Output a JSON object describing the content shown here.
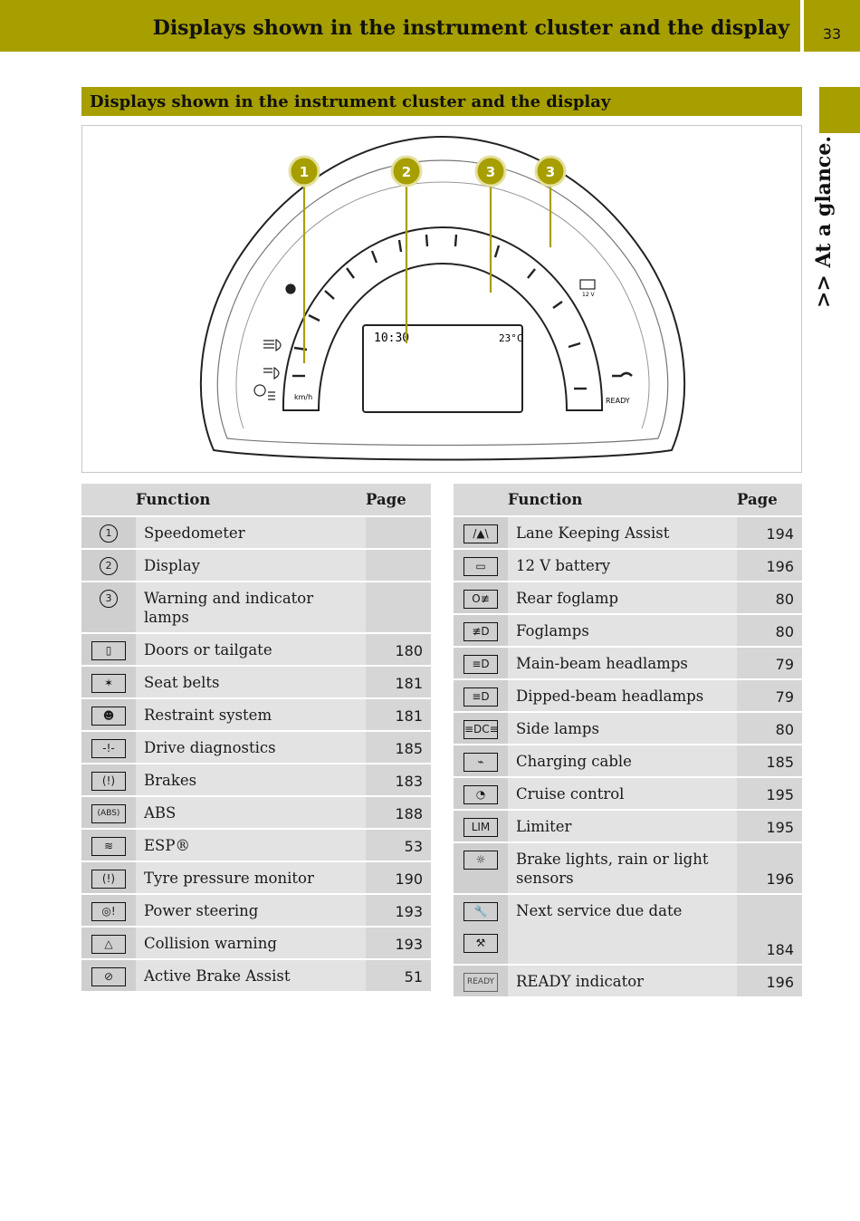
{
  "header": {
    "title": "Displays shown in the instrument cluster and the display",
    "page_number": "33"
  },
  "side_tab": {
    "label": ">> At a glance."
  },
  "section": {
    "title": "Displays shown in the instrument cluster and the display"
  },
  "figure": {
    "callouts": [
      "1",
      "2",
      "3",
      "3"
    ],
    "time": "10:30",
    "temperature": "23°C",
    "speed_unit": "km/h",
    "ready_label": "READY",
    "battery_label": "12 V"
  },
  "left_table": {
    "headers": {
      "function": "Function",
      "page": "Page"
    },
    "rows": [
      {
        "icon": "circle-1-icon",
        "icon_text": "1",
        "function": "Speedometer",
        "page": ""
      },
      {
        "icon": "circle-2-icon",
        "icon_text": "2",
        "function": "Display",
        "page": ""
      },
      {
        "icon": "circle-3-icon",
        "icon_text": "3",
        "function": "Warning and indicator lamps",
        "page": ""
      },
      {
        "icon": "door-open-icon",
        "icon_text": "▯",
        "function": "Doors or tailgate",
        "page": "180"
      },
      {
        "icon": "seat-belt-icon",
        "icon_text": "✶",
        "function": "Seat belts",
        "page": "181"
      },
      {
        "icon": "airbag-icon",
        "icon_text": "☻",
        "function": "Restraint system",
        "page": "181"
      },
      {
        "icon": "drive-diagnostics-icon",
        "icon_text": "-!-",
        "function": "Drive diagnostics",
        "page": "185"
      },
      {
        "icon": "brake-warning-icon",
        "icon_text": "(!)",
        "function": "Brakes",
        "page": "183"
      },
      {
        "icon": "abs-icon",
        "icon_text": "(ABS)",
        "function": "ABS",
        "page": "188"
      },
      {
        "icon": "esp-icon",
        "icon_text": "≋",
        "function": "ESP®",
        "page": "53"
      },
      {
        "icon": "tyre-pressure-icon",
        "icon_text": "(!)",
        "function": "Tyre pressure monitor",
        "page": "190"
      },
      {
        "icon": "power-steering-icon",
        "icon_text": "◎!",
        "function": "Power steering",
        "page": "193"
      },
      {
        "icon": "collision-warning-icon",
        "icon_text": "△",
        "function": "Collision warning",
        "page": "193"
      },
      {
        "icon": "active-brake-off-icon",
        "icon_text": "⊘",
        "function": "Active Brake Assist",
        "page": "51"
      }
    ]
  },
  "right_table": {
    "headers": {
      "function": "Function",
      "page": "Page"
    },
    "rows": [
      {
        "icon": "lane-keeping-icon",
        "icon_text": "/▲\\",
        "function": "Lane Keeping Assist",
        "page": "194"
      },
      {
        "icon": "battery-icon",
        "icon_text": "▭",
        "function": "12 V battery",
        "page": "196"
      },
      {
        "icon": "rear-foglamp-icon",
        "icon_text": "O≢",
        "function": "Rear foglamp",
        "page": "80"
      },
      {
        "icon": "foglamp-icon",
        "icon_text": "≢D",
        "function": "Foglamps",
        "page": "80"
      },
      {
        "icon": "main-beam-icon",
        "icon_text": "≡D",
        "function": "Main-beam headlamps",
        "page": "79"
      },
      {
        "icon": "dipped-beam-icon",
        "icon_text": "≡D",
        "function": "Dipped-beam headlamps",
        "page": "79"
      },
      {
        "icon": "side-lamps-icon",
        "icon_text": "≡DC≡",
        "function": "Side lamps",
        "page": "80"
      },
      {
        "icon": "charging-cable-icon",
        "icon_text": "⌁",
        "function": "Charging cable",
        "page": "185"
      },
      {
        "icon": "cruise-control-icon",
        "icon_text": "◔",
        "function": "Cruise control",
        "page": "195"
      },
      {
        "icon": "limiter-icon",
        "icon_text": "LIM",
        "function": "Limiter",
        "page": "195"
      },
      {
        "icon": "brake-light-sensor-icon",
        "icon_text": "☼",
        "function": "Brake lights, rain or light sensors",
        "page": "196"
      },
      {
        "icon": "wrench-icon",
        "icon_text": "🔧",
        "function": "Next service due date",
        "page": "",
        "icon2": "wrench-alert-icon",
        "icon2_text": "⚒",
        "page2": "184"
      },
      {
        "icon": "ready-icon",
        "icon_text": "READY",
        "function": "READY indicator",
        "page": "196"
      }
    ]
  }
}
